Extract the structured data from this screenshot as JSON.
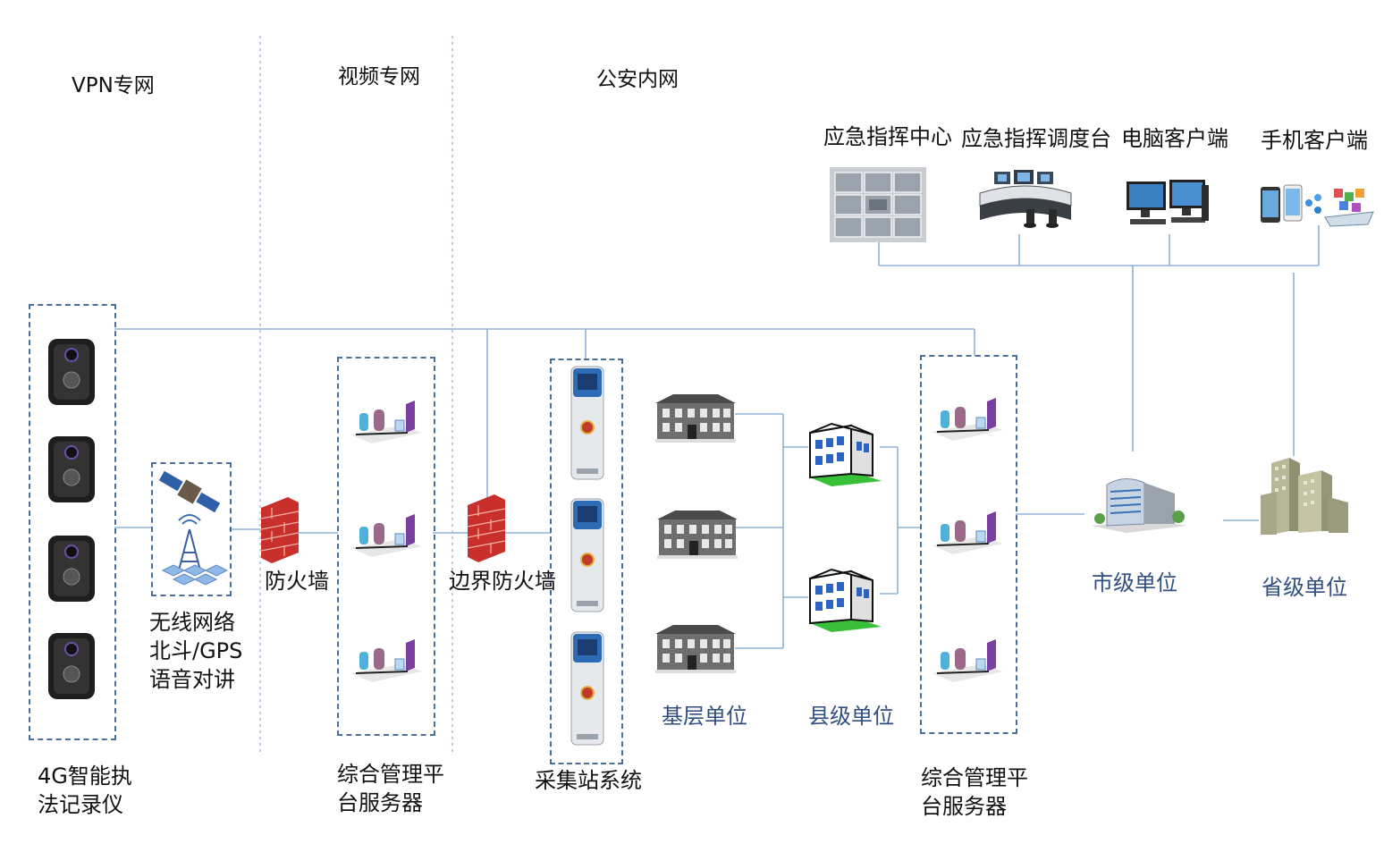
{
  "zones": {
    "vpn": "VPN专网",
    "video": "视频专网",
    "police": "公安内网"
  },
  "clients": {
    "command_center": "应急指挥中心",
    "dispatch_desk": "应急指挥调度台",
    "pc_client": "电脑客户端",
    "mobile_client": "手机客户端"
  },
  "labels": {
    "recorder": "4G智能执\n法记录仪",
    "wireless": "无线网络\n北斗/GPS\n语音对讲",
    "firewall": "防火墙",
    "platform_server_1": "综合管理平\n台服务器",
    "border_firewall": "边界防火墙",
    "collection_station": "采集站系统",
    "grassroots": "基层单位",
    "county": "县级单位",
    "platform_server_2": "综合管理平\n台服务器",
    "city": "市级单位",
    "province": "省级单位"
  },
  "colors": {
    "line": "#8db3d9",
    "box_border": "#4a6f9a",
    "unit_label": "#2f4f80",
    "firewall": "#c9302c"
  }
}
